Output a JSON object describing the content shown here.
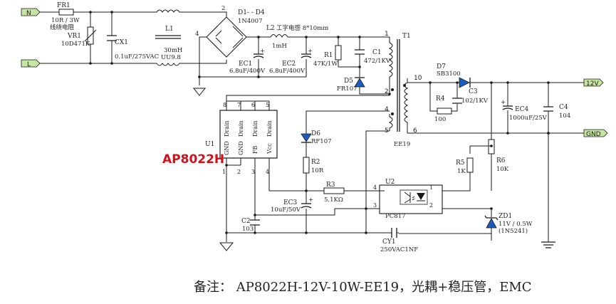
{
  "terminals": {
    "n": "N",
    "l": "L",
    "v12": "12V",
    "gnd": "GND"
  },
  "components": {
    "fr1": {
      "ref": "FR1",
      "value": "10R / 3W",
      "note": "线绕电阻"
    },
    "vr1": {
      "ref": "VR1",
      "value": "10D471K"
    },
    "cx1": {
      "ref": "CX1",
      "value": "0.1uF/275VAC"
    },
    "l1": {
      "ref": "L1",
      "value": "30mH",
      "value2": "UU9.8"
    },
    "d1d4": {
      "ref": "D1- - D4",
      "value": "1N4007"
    },
    "l2": {
      "ref": "L2",
      "desc": "工字电感 8*10mm",
      "value": "1mH"
    },
    "ec1": {
      "ref": "EC1",
      "value": "6.8uF/400V"
    },
    "ec2": {
      "ref": "EC2",
      "value": "6.8uF/400V"
    },
    "r1": {
      "ref": "R1",
      "value": "47K/1W"
    },
    "c1": {
      "ref": "C1",
      "value": "472/1KV"
    },
    "d5": {
      "ref": "D5",
      "value": "FR107"
    },
    "t1": {
      "ref": "T1",
      "core": "EE19"
    },
    "d7": {
      "ref": "D7",
      "value": "SB3100"
    },
    "r4": {
      "ref": "R4",
      "value": "100"
    },
    "c3": {
      "ref": "C3",
      "value": "102/1KV"
    },
    "ec4": {
      "ref": "EC4",
      "value": "1000uF/25V"
    },
    "c4": {
      "ref": "C4",
      "value": "104"
    },
    "u1": {
      "ref": "U1",
      "part": "AP8022H"
    },
    "d6": {
      "ref": "D6",
      "value": "RF107"
    },
    "r2": {
      "ref": "R2",
      "value": "10R"
    },
    "r3": {
      "ref": "R3",
      "value": "5.1KΩ"
    },
    "ec3": {
      "ref": "EC3",
      "value": "10uF/50V"
    },
    "c2": {
      "ref": "C2",
      "value": "103"
    },
    "u2": {
      "ref": "U2",
      "part": "PC817"
    },
    "r5": {
      "ref": "R5",
      "value": "1K"
    },
    "r6": {
      "ref": "R6",
      "value": "10K"
    },
    "zd1": {
      "ref": "ZD1",
      "value": "11V / 0.5W",
      "value2": "(1N5241)"
    },
    "cy1": {
      "ref": "CY1",
      "value": "250VAC1NF"
    }
  },
  "ic_pins": {
    "top": [
      "8",
      "7",
      "6",
      "5"
    ],
    "bottom": [
      "1",
      "2",
      "3",
      "4"
    ],
    "labels": [
      "GND",
      "GND",
      "FB",
      "Vcc"
    ],
    "drain": [
      "Drain",
      "Drain",
      "Drain",
      "Drain"
    ]
  },
  "transformer_pins": {
    "p1": "1",
    "p2": "2",
    "p4": "4",
    "p5": "5",
    "p10": "10",
    "p6": "6"
  },
  "opto_pins": {
    "p4": "4",
    "p3": "3",
    "p1": "1",
    "p2": "2"
  },
  "footer_note": "备注：  AP8022H-12V-10W-EE19，光耦+稳压管，EMC"
}
